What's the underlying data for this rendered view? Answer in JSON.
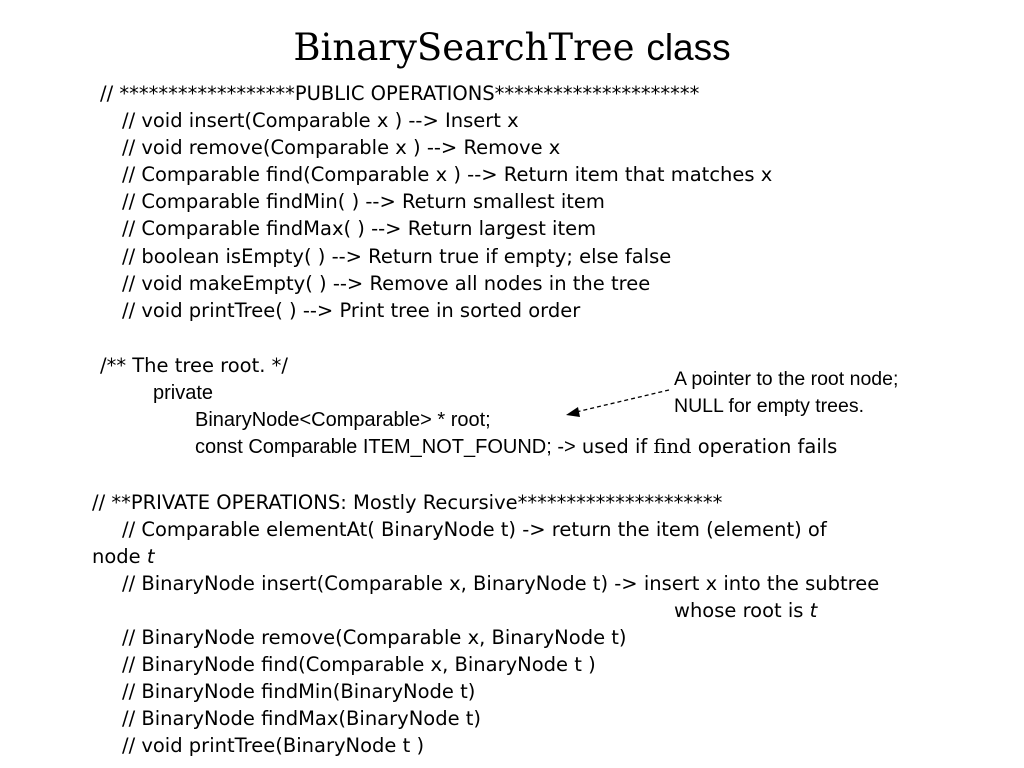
{
  "title": {
    "main": "BinarySearchTree",
    "suffix": "class"
  },
  "public_ops": {
    "header": "// ******************PUBLIC OPERATIONS*********************",
    "items": [
      "// void insert(Comparable x )        --> Insert x",
      "// void remove(Comparable x )        --> Remove x",
      "// Comparable find(Comparable x )   --> Return item that matches x",
      "// Comparable findMin( )  --> Return smallest item",
      "// Comparable findMax( )  --> Return largest item",
      "// boolean isEmpty( )      --> Return true if empty; else false",
      "// void makeEmpty( )       --> Remove all nodes in the tree",
      "// void printTree( )       --> Print tree in sorted order"
    ]
  },
  "root_section": {
    "comment": "/** The tree root. */",
    "private_kw": "private",
    "root_decl": "BinaryNode<Comparable> * root;",
    "const_decl": "const Comparable ITEM_NOT_FOUND; ->",
    "const_note_pre": "used if",
    "const_note_find": "find",
    "const_note_post": "operation fails"
  },
  "annotation": {
    "line1": "A pointer to the root node;",
    "line2": "NULL for empty trees."
  },
  "private_ops": {
    "header": "// **PRIVATE OPERATIONS: Mostly Recursive*********************",
    "element_at": "// Comparable elementAt( BinaryNode t)  -> return the item (element) of",
    "element_at_cont_pre": "node",
    "element_at_cont_var": "t",
    "insert": "// BinaryNode insert(Comparable x, BinaryNode t) -> insert x into the subtree",
    "insert_cont_pre": "whose root is",
    "insert_cont_var": "t",
    "items": [
      "// BinaryNode remove(Comparable x, BinaryNode t)",
      "// BinaryNode find(Comparable x, BinaryNode t )",
      "// BinaryNode findMin(BinaryNode t)",
      "// BinaryNode findMax(BinaryNode t)",
      "// void printTree(BinaryNode t )"
    ]
  }
}
